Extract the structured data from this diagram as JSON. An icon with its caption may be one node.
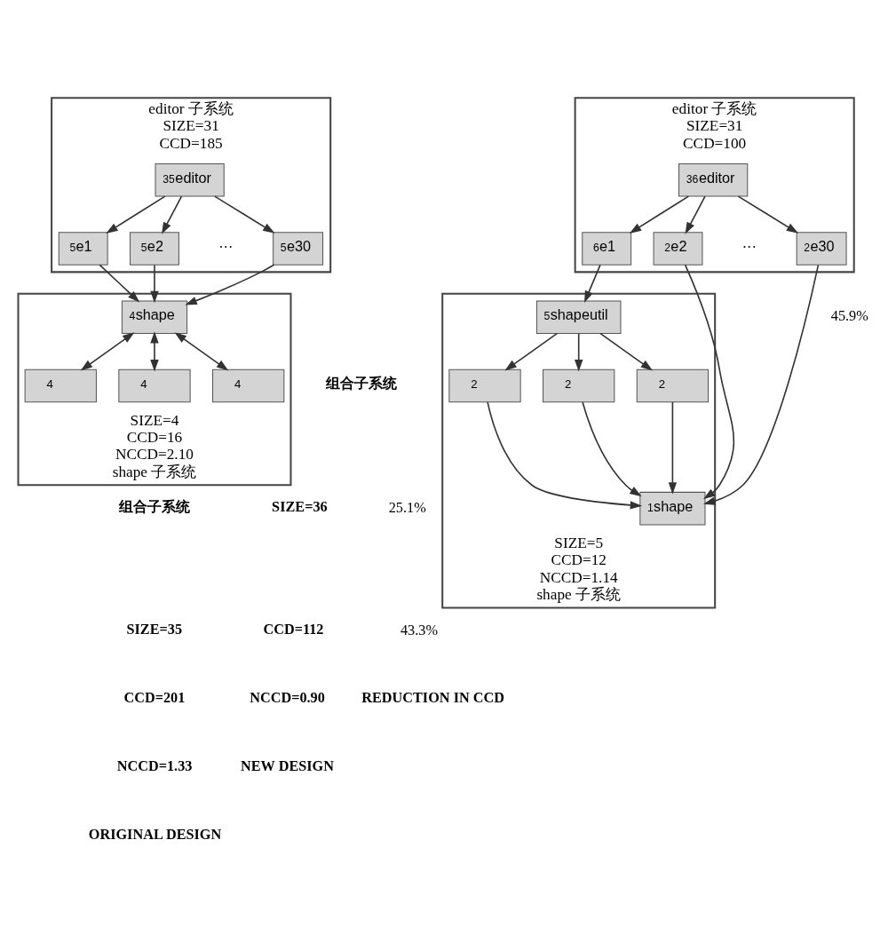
{
  "diagram": {
    "nodes": [
      {
        "text": [
          "editor 子系统",
          "SIZE=31",
          "CCD=185"
        ]
      },
      {
        "text": [
          "35",
          "editor"
        ],
        "in": 0
      },
      {
        "text": [
          "5",
          "e1"
        ],
        "in": 0
      },
      {
        "text": [
          "5",
          "e2"
        ],
        "in": 0
      },
      {
        "text": [
          "5",
          "e30"
        ],
        "in": 0
      },
      {
        "text": [
          "SIZE=4",
          "CCD=16",
          "NCCD=2.10",
          "shape 子系统"
        ]
      },
      {
        "text": [
          "4",
          "shape"
        ],
        "in": 5
      },
      {
        "text": [
          "4"
        ],
        "in": 5
      },
      {
        "text": [
          "4"
        ],
        "in": 5
      },
      {
        "text": [
          "4"
        ],
        "in": 5
      },
      {
        "text": [
          "editor 子系统",
          "SIZE=31",
          "CCD=100"
        ]
      },
      {
        "text": [
          "36",
          "editor"
        ],
        "in": 10
      },
      {
        "text": [
          "6",
          "e1"
        ],
        "in": 10
      },
      {
        "text": [
          "2",
          "e2"
        ],
        "in": 10
      },
      {
        "text": [
          "2",
          "e30"
        ],
        "in": 10
      },
      {
        "text": [
          "SIZE=5",
          "CCD=12",
          "NCCD=1.14",
          "shape 子系统"
        ]
      },
      {
        "text": [
          "1",
          "shape"
        ],
        "in": 15
      },
      {
        "text": [
          "2"
        ],
        "in": 15
      },
      {
        "text": [
          "2"
        ],
        "in": 15
      },
      {
        "text": [
          "2"
        ],
        "in": 15
      },
      {
        "text": [
          "5",
          "shapeutil"
        ],
        "in": 15
      }
    ],
    "edges": [
      {
        "from": 1,
        "to": 2,
        "arrow": "to"
      },
      {
        "from": 1,
        "to": 3,
        "arrow": "to"
      },
      {
        "from": 1,
        "to": 4,
        "arrow": "to"
      },
      {
        "from": 2,
        "to": 6,
        "arrow": "to"
      },
      {
        "from": 3,
        "to": 6,
        "arrow": "to"
      },
      {
        "from": 4,
        "to": 6,
        "arrow": "to"
      },
      {
        "from": 6,
        "to": 7,
        "arrow": "both"
      },
      {
        "from": 6,
        "to": 8,
        "arrow": "both"
      },
      {
        "from": 6,
        "to": 9,
        "arrow": "both"
      },
      {
        "from": 11,
        "to": 12,
        "arrow": "to"
      },
      {
        "from": 11,
        "to": 13,
        "arrow": "to"
      },
      {
        "from": 11,
        "to": 14,
        "arrow": "to"
      },
      {
        "from": 12,
        "to": 20,
        "arrow": "to"
      },
      {
        "from": 13,
        "to": 16,
        "arrow": "to"
      },
      {
        "from": 14,
        "to": 16,
        "arrow": "to"
      },
      {
        "from": 17,
        "to": 16,
        "arrow": "to"
      },
      {
        "from": 18,
        "to": 16,
        "arrow": "to"
      },
      {
        "from": 19,
        "to": 16,
        "arrow": "to"
      },
      {
        "from": 20,
        "to": 17,
        "arrow": "to"
      },
      {
        "from": 20,
        "to": 18,
        "arrow": "to"
      },
      {
        "from": 20,
        "to": 19,
        "arrow": "to"
      }
    ],
    "labels": [
      "···",
      "···",
      "45.9%",
      "25.1%",
      "组合子系统",
      "SIZE=35",
      "CCD=201",
      "NCCD=1.33",
      "组合子系统",
      "SIZE=36",
      "CCD=112",
      "NCCD=0.90",
      "43.3%",
      "ORIGINAL DESIGN",
      "NEW DESIGN",
      "REDUCTION IN CCD"
    ]
  }
}
